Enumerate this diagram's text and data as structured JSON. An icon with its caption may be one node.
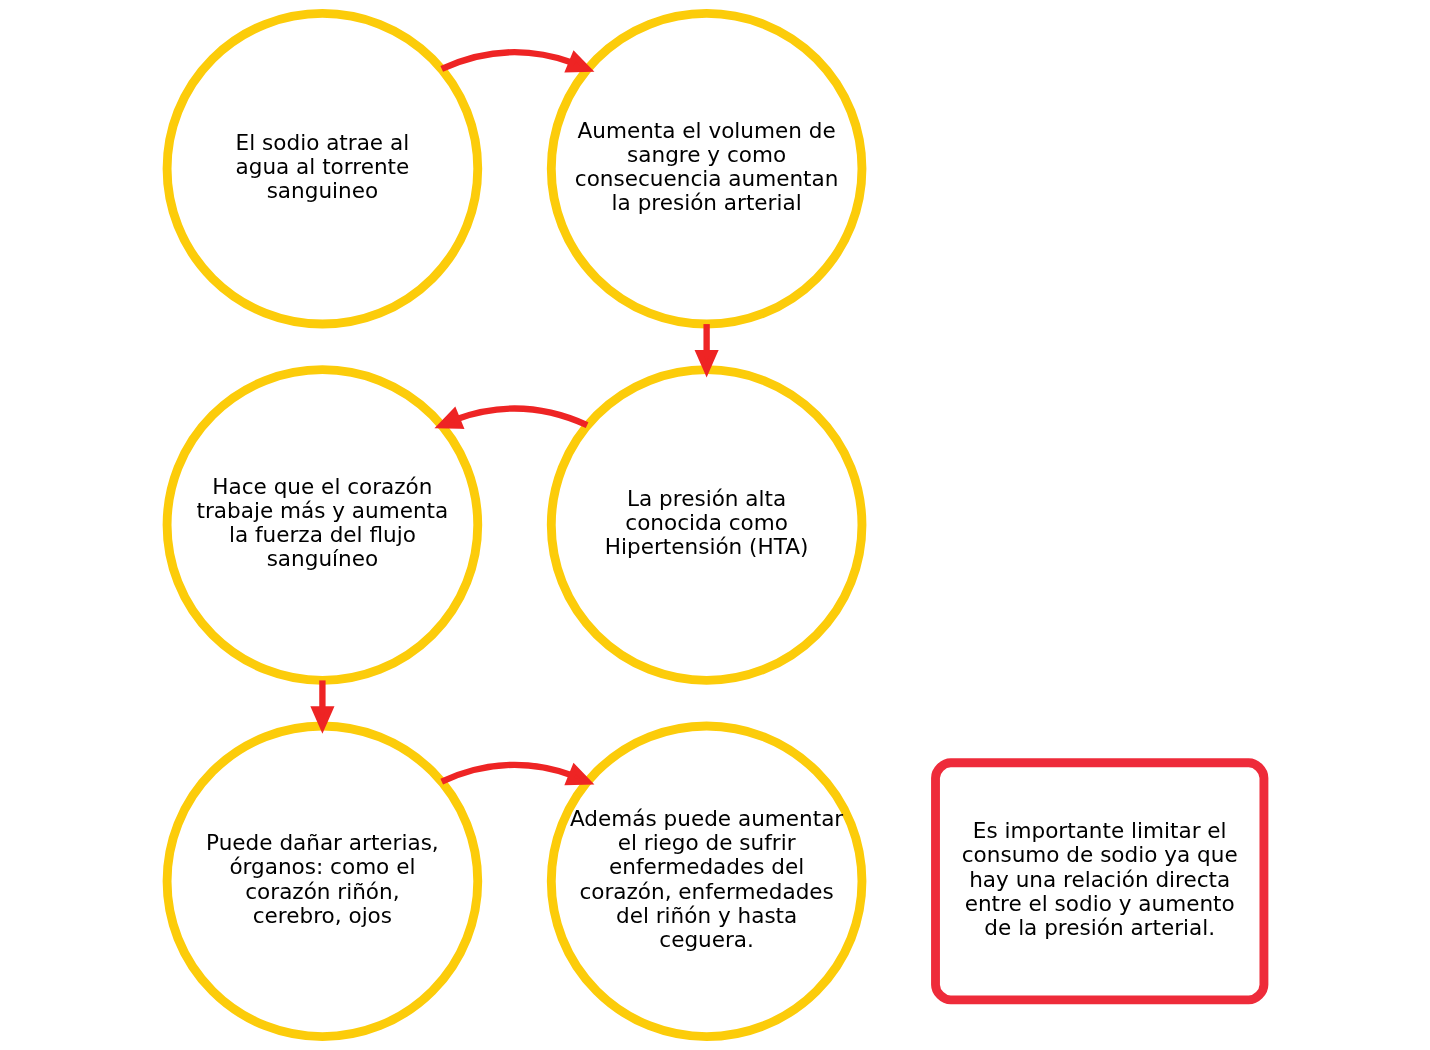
{
  "diagram": {
    "nodes": [
      {
        "text": [
          "El sodio atrae al agua al torrente sanguineo"
        ]
      },
      {
        "text": [
          "Aumenta el volumen de sangre y como consecuencia aumentan la presión arterial"
        ]
      },
      {
        "text": [
          "La presión alta conocida como Hipertensión (HTA)"
        ]
      },
      {
        "text": [
          "Hace que el corazón trabaje más y aumenta la fuerza del flujo sanguíneo"
        ]
      },
      {
        "text": [
          "Puede dañar arterias, órganos: como el corazón riñón, cerebro, ojos"
        ]
      },
      {
        "text": [
          "Además puede aumentar el riego de sufrir enfermedades del corazón, enfermedades del riñón y hasta ceguera."
        ]
      },
      {
        "text": [
          "Es importante limitar el consumo de sodio ya que hay una relación directa entre el sodio y aumento de la presión arterial."
        ]
      }
    ],
    "edges": [
      {
        "from": 0,
        "to": 1,
        "arrow": "to"
      },
      {
        "from": 1,
        "to": 2,
        "arrow": "to"
      },
      {
        "from": 2,
        "to": 3,
        "arrow": "to"
      },
      {
        "from": 3,
        "to": 4,
        "arrow": "to"
      },
      {
        "from": 4,
        "to": 5,
        "arrow": "to"
      }
    ]
  }
}
